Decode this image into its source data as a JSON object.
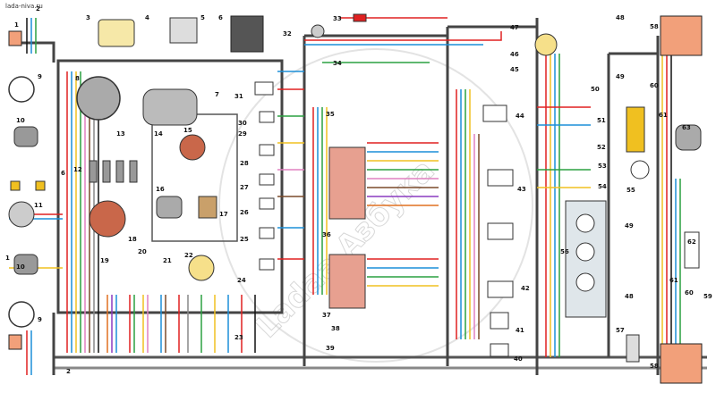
{
  "site_label": "lada-niva.ru",
  "watermark": "Ladaa Азбука",
  "component_numbers": [
    {
      "id": "n1a",
      "text": "1"
    },
    {
      "id": "n2a",
      "text": "2"
    },
    {
      "id": "n3",
      "text": "3"
    },
    {
      "id": "n4",
      "text": "4"
    },
    {
      "id": "n5",
      "text": "5"
    },
    {
      "id": "n6",
      "text": "6"
    },
    {
      "id": "n7",
      "text": "7"
    },
    {
      "id": "n8",
      "text": "8"
    },
    {
      "id": "n9a",
      "text": "9"
    },
    {
      "id": "n10a",
      "text": "10"
    },
    {
      "id": "n11",
      "text": "11"
    },
    {
      "id": "n12",
      "text": "12"
    },
    {
      "id": "n13",
      "text": "13"
    },
    {
      "id": "n14",
      "text": "14"
    },
    {
      "id": "n15",
      "text": "15"
    },
    {
      "id": "n16",
      "text": "16"
    },
    {
      "id": "n17",
      "text": "17"
    },
    {
      "id": "n18",
      "text": "18"
    },
    {
      "id": "n19",
      "text": "19"
    },
    {
      "id": "n20",
      "text": "20"
    },
    {
      "id": "n21",
      "text": "21"
    },
    {
      "id": "n22",
      "text": "22"
    },
    {
      "id": "n23",
      "text": "23"
    },
    {
      "id": "n24",
      "text": "24"
    },
    {
      "id": "n25",
      "text": "25"
    },
    {
      "id": "n26",
      "text": "26"
    },
    {
      "id": "n27",
      "text": "27"
    },
    {
      "id": "n28",
      "text": "28"
    },
    {
      "id": "n29",
      "text": "29"
    },
    {
      "id": "n30",
      "text": "30"
    },
    {
      "id": "n31",
      "text": "31"
    },
    {
      "id": "n32",
      "text": "32"
    },
    {
      "id": "n33",
      "text": "33"
    },
    {
      "id": "n34",
      "text": "34"
    },
    {
      "id": "n35",
      "text": "35"
    },
    {
      "id": "n36",
      "text": "36"
    },
    {
      "id": "n37",
      "text": "37"
    },
    {
      "id": "n38",
      "text": "38"
    },
    {
      "id": "n39",
      "text": "39"
    },
    {
      "id": "n40",
      "text": "40"
    },
    {
      "id": "n41",
      "text": "41"
    },
    {
      "id": "n42",
      "text": "42"
    },
    {
      "id": "n43",
      "text": "43"
    },
    {
      "id": "n44",
      "text": "44"
    },
    {
      "id": "n45",
      "text": "45"
    },
    {
      "id": "n46",
      "text": "46"
    },
    {
      "id": "n47",
      "text": "47"
    },
    {
      "id": "n48a",
      "text": "48"
    },
    {
      "id": "n49a",
      "text": "49"
    },
    {
      "id": "n50",
      "text": "50"
    },
    {
      "id": "n51",
      "text": "51"
    },
    {
      "id": "n52",
      "text": "52"
    },
    {
      "id": "n53",
      "text": "53"
    },
    {
      "id": "n54",
      "text": "54"
    },
    {
      "id": "n55",
      "text": "55"
    },
    {
      "id": "n56",
      "text": "56"
    },
    {
      "id": "n57",
      "text": "57"
    },
    {
      "id": "n58a",
      "text": "58"
    },
    {
      "id": "n59",
      "text": "59"
    },
    {
      "id": "n60a",
      "text": "60"
    },
    {
      "id": "n61a",
      "text": "61"
    },
    {
      "id": "n62",
      "text": "62"
    },
    {
      "id": "n63",
      "text": "63"
    },
    {
      "id": "n1b",
      "text": "1"
    },
    {
      "id": "n2b",
      "text": "2"
    },
    {
      "id": "n6b",
      "text": "6"
    },
    {
      "id": "n9b",
      "text": "9"
    },
    {
      "id": "n10b",
      "text": "10"
    },
    {
      "id": "n48b",
      "text": "48"
    },
    {
      "id": "n49b",
      "text": "49"
    },
    {
      "id": "n58b",
      "text": "58"
    },
    {
      "id": "n60b",
      "text": "60"
    },
    {
      "id": "n61b",
      "text": "61"
    }
  ]
}
